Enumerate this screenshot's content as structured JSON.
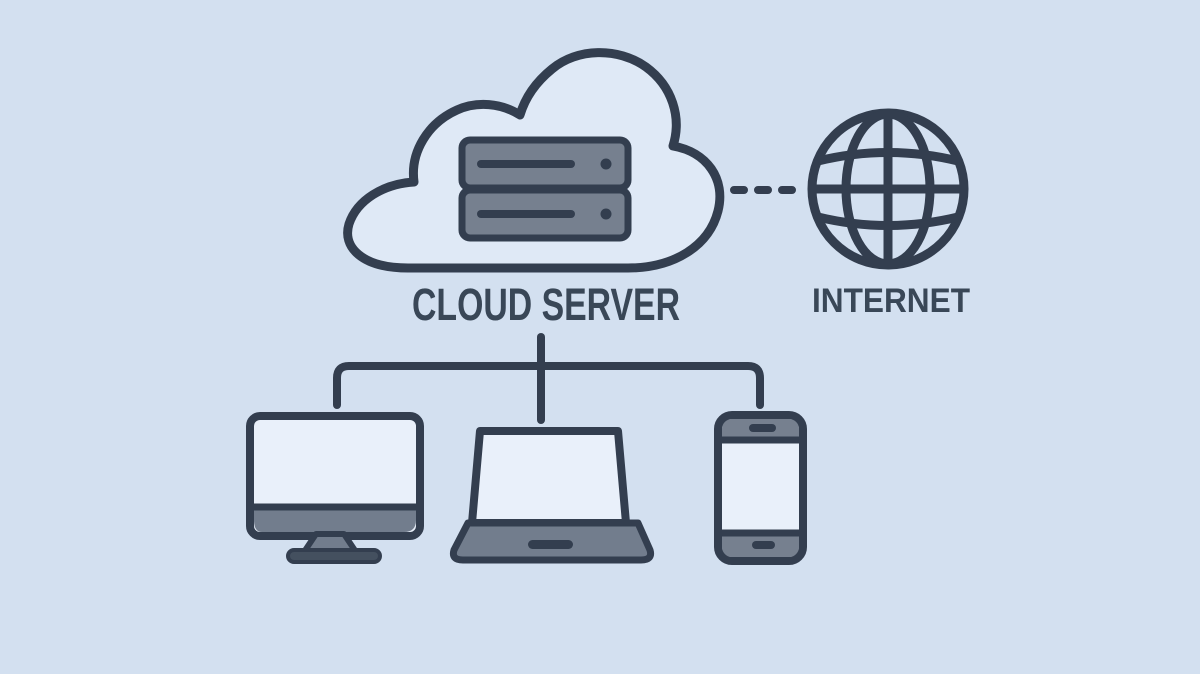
{
  "diagram": {
    "type": "cloud-network-architecture",
    "background_color": "#d3e0f0",
    "outline_color": "#333e4f",
    "device_gray_color": "#727d8d",
    "server_gray_color": "#76808f",
    "screen_fill_color": "#e9f0fa",
    "cloud_fill_color": "#dfe9f6",
    "label_color": "#394757",
    "nodes": [
      {
        "id": "cloud-server",
        "label": "CLOUD SERVER",
        "icon": "cloud-with-server-icon"
      },
      {
        "id": "internet",
        "label": "INTERNET",
        "icon": "globe-icon"
      },
      {
        "id": "desktop",
        "label": "",
        "icon": "desktop-computer-icon"
      },
      {
        "id": "laptop",
        "label": "",
        "icon": "laptop-icon"
      },
      {
        "id": "smartphone",
        "label": "",
        "icon": "smartphone-icon"
      }
    ],
    "edges": [
      {
        "from": "cloud-server",
        "to": "internet",
        "style": "dashed"
      },
      {
        "from": "cloud-server",
        "to": "desktop",
        "style": "solid-elbow"
      },
      {
        "from": "cloud-server",
        "to": "laptop",
        "style": "solid-straight"
      },
      {
        "from": "cloud-server",
        "to": "smartphone",
        "style": "solid-elbow"
      }
    ]
  }
}
